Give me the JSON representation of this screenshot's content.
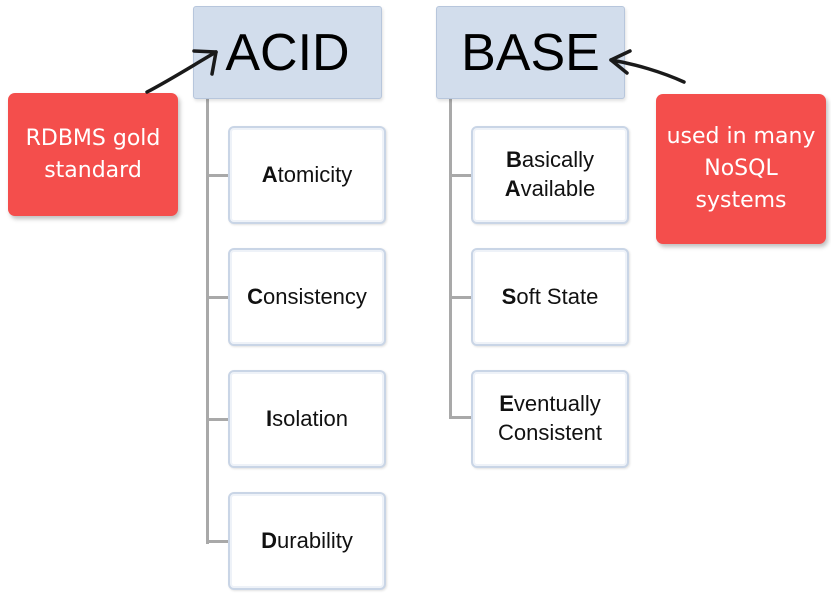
{
  "acid": {
    "title": "ACID",
    "items": [
      {
        "first": "A",
        "rest": "tomicity"
      },
      {
        "first": "C",
        "rest": "onsistency"
      },
      {
        "first": "I",
        "rest": "solation"
      },
      {
        "first": "D",
        "rest": "urability"
      }
    ]
  },
  "base": {
    "title": "BASE",
    "items": [
      {
        "line1_first": "B",
        "line1_rest": "asically",
        "line2_first": "A",
        "line2_rest": "vailable"
      },
      {
        "line1_first": "S",
        "line1_rest": "oft State"
      },
      {
        "line1_first": "E",
        "line1_rest": "ventually",
        "line2_rest": "Consistent"
      }
    ]
  },
  "callouts": {
    "left": {
      "line1": "RDBMS gold",
      "line2": "standard"
    },
    "right": {
      "line1": "used in many",
      "line2": "NoSQL",
      "line3": "systems"
    }
  },
  "colors": {
    "header_fill": "#d2ddec",
    "callout_fill": "#f44e4c",
    "connector": "#a9a9a9",
    "arrow": "#1a1a1a"
  }
}
